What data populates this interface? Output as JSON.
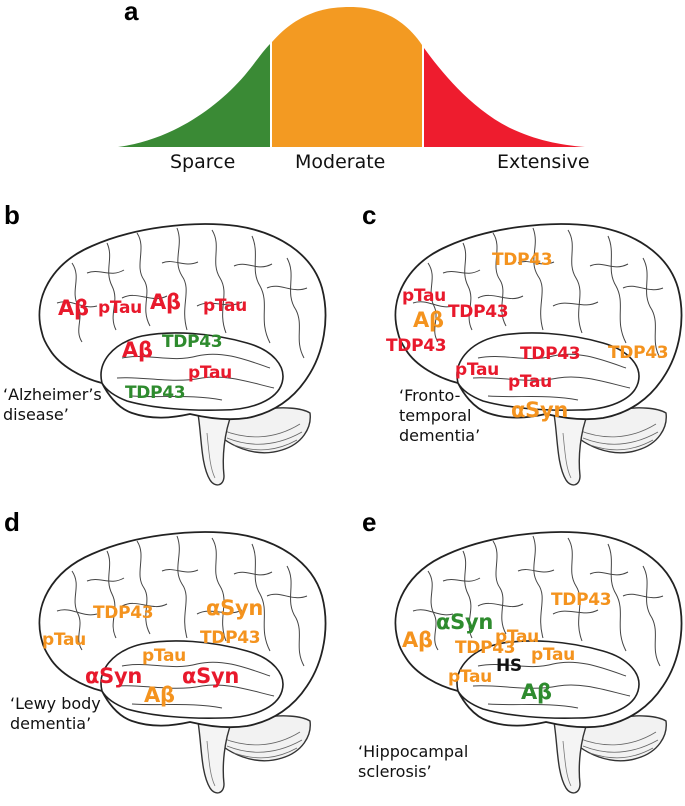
{
  "panel_a": {
    "letter": "a",
    "labels": {
      "sparce": "Sparce",
      "moderate": "Moderate",
      "extensive": "Extensive"
    },
    "colors": {
      "sparce": "#3a8a35",
      "moderate": "#f39a22",
      "extensive": "#ee1c2e"
    }
  },
  "panels": {
    "b": {
      "letter": "b",
      "caption": "‘Alzheimer’s\ndisease’",
      "tags": [
        {
          "text": "pTau",
          "severity": "extensive"
        },
        {
          "text": "Aβ",
          "severity": "extensive"
        },
        {
          "text": "pTau",
          "severity": "extensive"
        },
        {
          "text": "Aβ",
          "severity": "extensive"
        },
        {
          "text": "Aβ",
          "severity": "extensive"
        },
        {
          "text": "TDP43",
          "severity": "sparce"
        },
        {
          "text": "pTau",
          "severity": "extensive"
        },
        {
          "text": "TDP43",
          "severity": "sparce"
        }
      ]
    },
    "c": {
      "letter": "c",
      "caption": "‘Fronto-\ntemporal\ndementia’",
      "tags": [
        {
          "text": "TDP43",
          "severity": "moderate"
        },
        {
          "text": "pTau",
          "severity": "extensive"
        },
        {
          "text": "Aβ",
          "severity": "moderate"
        },
        {
          "text": "TDP43",
          "severity": "extensive"
        },
        {
          "text": "TDP43",
          "severity": "extensive"
        },
        {
          "text": "TDP43",
          "severity": "extensive"
        },
        {
          "text": "TDP43",
          "severity": "moderate"
        },
        {
          "text": "pTau",
          "severity": "extensive"
        },
        {
          "text": "pTau",
          "severity": "extensive"
        },
        {
          "text": "αSyn",
          "severity": "moderate"
        }
      ]
    },
    "d": {
      "letter": "d",
      "caption": "‘Lewy body\ndementia’",
      "tags": [
        {
          "text": "TDP43",
          "severity": "moderate"
        },
        {
          "text": "αSyn",
          "severity": "moderate"
        },
        {
          "text": "pTau",
          "severity": "moderate"
        },
        {
          "text": "TDP43",
          "severity": "moderate"
        },
        {
          "text": "pTau",
          "severity": "moderate"
        },
        {
          "text": "αSyn",
          "severity": "extensive"
        },
        {
          "text": "αSyn",
          "severity": "extensive"
        },
        {
          "text": "Aβ",
          "severity": "moderate"
        }
      ]
    },
    "e": {
      "letter": "e",
      "caption": "‘Hippocampal\nsclerosis’",
      "tags": [
        {
          "text": "TDP43",
          "severity": "moderate"
        },
        {
          "text": "αSyn",
          "severity": "sparce"
        },
        {
          "text": "pTau",
          "severity": "moderate"
        },
        {
          "text": "Aβ",
          "severity": "moderate"
        },
        {
          "text": "TDP43",
          "severity": "moderate"
        },
        {
          "text": "HS",
          "severity": "hs"
        },
        {
          "text": "pTau",
          "severity": "moderate"
        },
        {
          "text": "pTau",
          "severity": "moderate"
        },
        {
          "text": "Aβ",
          "severity": "sparce"
        }
      ]
    }
  }
}
